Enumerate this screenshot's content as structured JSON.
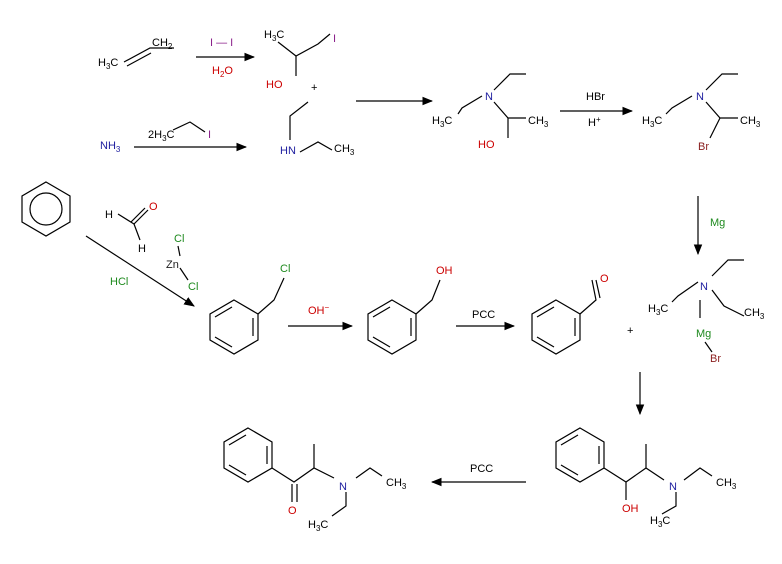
{
  "colors": {
    "black": "#000000",
    "red": "#cc0000",
    "blue": "#2020a0",
    "green": "#1e8a1e",
    "purple": "#8a1e8a"
  },
  "reagents": {
    "iodine": "I — I",
    "water": "H",
    "water_sub": "2",
    "water_o": "O",
    "ethyl_iodide_coef": "2H",
    "ethyl_iodide_sub": "3",
    "ethyl_iodide_c": "C",
    "ethyl_iodide_i": "I",
    "hbr": "HBr",
    "h_plus": "H",
    "h_plus_sup": "+",
    "mg": "Mg",
    "hcl": "HCl",
    "oh_minus": "OH",
    "oh_minus_sup": "−",
    "pcc1": "PCC",
    "pcc2": "PCC"
  },
  "labels": {
    "propene_h3c": "H",
    "propene_h3c_sub": "3",
    "propene_c": "C",
    "propene_ch2": "CH",
    "propene_ch2_sub": "2",
    "iodohydrin_h3c": "H",
    "iodohydrin_sub": "3",
    "iodohydrin_c": "C",
    "iodohydrin_i": "I",
    "iodohydrin_ho": "HO",
    "plus1": "+",
    "nh3": "NH",
    "nh3_sub": "3",
    "diethylamine_hn": "HN",
    "diethylamine_ch3": "CH",
    "diethylamine_ch3_sub": "3",
    "aminoalcohol_n": "N",
    "aminoalcohol_h3c": "H",
    "aminoalcohol_h3c_sub": "3",
    "aminoalcohol_h3c_c": "C",
    "aminoalcohol_ch3": "CH",
    "aminoalcohol_ch3_sub": "3",
    "aminoalcohol_ho": "HO",
    "bromide_n": "N",
    "bromide_h3c": "H",
    "bromide_h3c_sub": "3",
    "bromide_h3c_c": "C",
    "bromide_ch3": "CH",
    "bromide_ch3_sub": "3",
    "bromide_br": "Br",
    "formaldehyde_h1": "H",
    "formaldehyde_h2": "H",
    "formaldehyde_o": "O",
    "zncl2_zn": "Zn",
    "zncl2_cl1": "Cl",
    "zncl2_cl2": "Cl",
    "benzyl_chloride_cl": "Cl",
    "benzyl_alcohol_oh": "OH",
    "benzaldehyde_o": "O",
    "plus2": "+",
    "grignard_n": "N",
    "grignard_h3c": "H",
    "grignard_h3c_sub": "3",
    "grignard_h3c_c": "C",
    "grignard_ch3": "CH",
    "grignard_ch3_sub": "3",
    "grignard_mg": "Mg",
    "grignard_br": "Br",
    "alcohol_prod_n": "N",
    "alcohol_prod_ch3": "CH",
    "alcohol_prod_ch3_sub": "3",
    "alcohol_prod_h3c": "H",
    "alcohol_prod_h3c_sub": "3",
    "alcohol_prod_h3c_c": "C",
    "alcohol_prod_oh": "OH",
    "ketone_n": "N",
    "ketone_o": "O",
    "ketone_ch3": "CH",
    "ketone_ch3_sub": "3",
    "ketone_h3c": "H",
    "ketone_h3c_sub": "3",
    "ketone_h3c_c": "C"
  }
}
